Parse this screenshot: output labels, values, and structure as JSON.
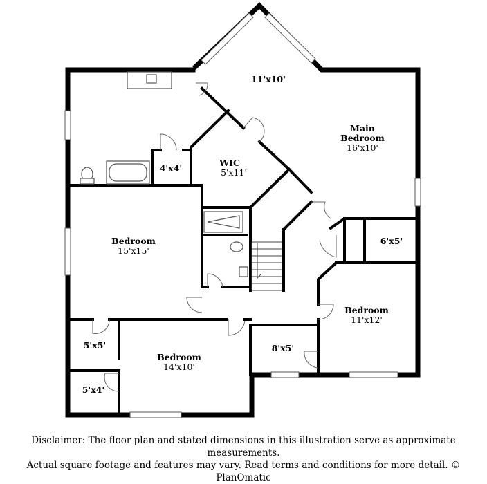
{
  "rooms": {
    "main_bedroom": {
      "name": "Main\nBedroom",
      "line1": "Main",
      "line2": "Bedroom",
      "dims": "16'x10'"
    },
    "bay_area": {
      "dims": "11'x10'"
    },
    "wic": {
      "name": "WIC",
      "dims": "5'x11'"
    },
    "closet_4x4": {
      "dims": "4'x4'"
    },
    "bedroom_15x15": {
      "name": "Bedroom",
      "dims": "15'x15'"
    },
    "closet_6x5": {
      "dims": "6'x5'"
    },
    "bedroom_11x12": {
      "name": "Bedroom",
      "dims": "11'x12'"
    },
    "closet_5x5": {
      "dims": "5'x5'"
    },
    "closet_8x5": {
      "dims": "8'x5'"
    },
    "bedroom_14x10": {
      "name": "Bedroom",
      "dims": "14'x10'"
    },
    "closet_5x4": {
      "dims": "5'x4'"
    }
  },
  "disclaimer": {
    "line1": "Disclaimer: The floor plan and stated dimensions in this illustration serve as approximate measurements.",
    "line2": "Actual square footage and features may vary. Read terms and conditions for more detail. © PlanOmatic"
  }
}
